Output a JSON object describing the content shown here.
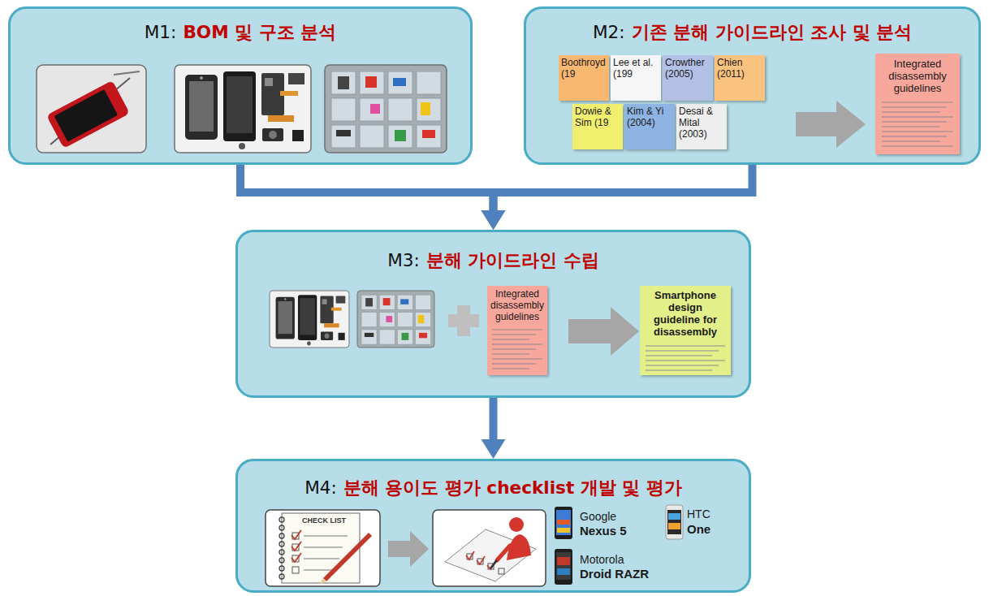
{
  "diagram": {
    "nodes": [
      {
        "text": [
          "M1:",
          "BOM 및 구조 분석"
        ]
      },
      {
        "text": [
          "M2:",
          "기존 분해 가이드라인 조사 및 분석"
        ]
      },
      {
        "text": [
          "Boothroyd (19"
        ],
        "in": 1
      },
      {
        "text": [
          "Dowie & Sim (19"
        ],
        "in": 1
      },
      {
        "text": [
          "Lee et al. (199"
        ],
        "in": 1
      },
      {
        "text": [
          "Kim & Yi (2004)"
        ],
        "in": 1
      },
      {
        "text": [
          "Desai & Mital (2003)"
        ],
        "in": 1
      },
      {
        "text": [
          "Crowther (2005)"
        ],
        "in": 1
      },
      {
        "text": [
          "Chien (2011)"
        ],
        "in": 1
      },
      {
        "text": [
          "Integrated disassembly guidelines"
        ],
        "in": 1
      },
      {
        "text": [
          "M3:",
          "분해 가이드라인 수립"
        ]
      },
      {
        "text": [
          "Integrated disassembly guidelines"
        ],
        "in": 10
      },
      {
        "text": [
          "Smartphone design guideline for disassembly"
        ],
        "in": 10
      },
      {
        "text": [
          "M4:",
          "분해 용이도 평가 checklist 개발 및 평가"
        ]
      }
    ],
    "edges": [
      {
        "from": 0,
        "to": 10,
        "arrow": "to"
      },
      {
        "from": 1,
        "to": 10,
        "arrow": "to"
      },
      {
        "from": 10,
        "to": 13,
        "arrow": "to"
      }
    ],
    "labels": [
      "CHECK LIST",
      "Google",
      "Nexus 5",
      "HTC",
      "One",
      "Motorola",
      "Droid RAZR"
    ]
  }
}
